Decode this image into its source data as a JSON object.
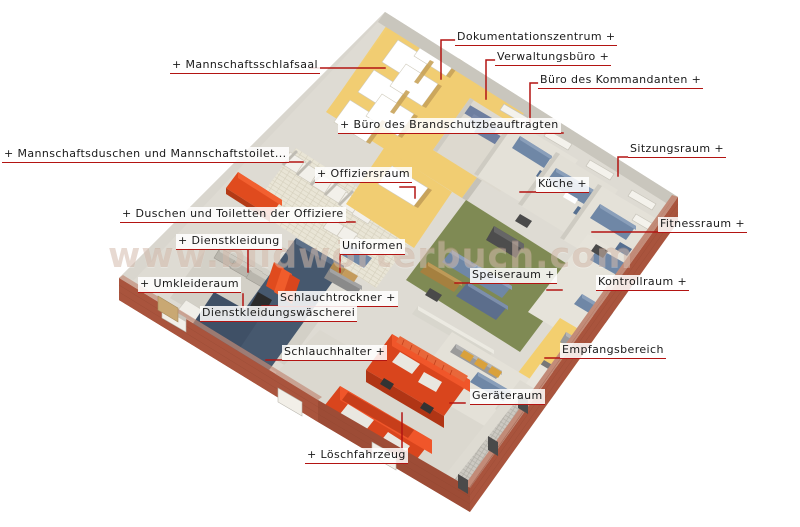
{
  "illustration": {
    "subject": "Feuerwache",
    "view": "isometrischer Schnitt",
    "watermark": "www.bildwörterbuch.com",
    "colors": {
      "label_underline": "#b31412",
      "leader_line": "#b31412",
      "label_text": "#1a1a1a",
      "brick_wall": "#a9543d",
      "brick_wall_dark": "#8e4530",
      "floor_neutral": "#e5e2da",
      "floor_grey": "#cfcdc6",
      "wall_top": "#d8d5ce",
      "dormitory_floor": "#f2cf74",
      "kitchen_floor": "#7f8a54",
      "fitness_floor": "#f3cf6f",
      "fire_truck": "#d9451d",
      "fire_truck_dark": "#b03515",
      "furniture_blue": "#6f87a6",
      "furniture_wood": "#b08a50",
      "tile_floor": "#e8e4d5"
    }
  },
  "labels": [
    {
      "id": "mannschaftsschlafsaal",
      "text": "+ Mannschaftsschlafsaal",
      "plus": "leading"
    },
    {
      "id": "dokumentationszentrum",
      "text": "Dokumentationszentrum +",
      "plus": "trailing"
    },
    {
      "id": "verwaltungsbuero",
      "text": "Verwaltungsbüro +",
      "plus": "trailing"
    },
    {
      "id": "buero-des-kommandanten",
      "text": "Büro des Kommandanten +",
      "plus": "trailing"
    },
    {
      "id": "buero-des-brandschutzbeauftragten",
      "text": "+ Büro des Brandschutzbeauftragten",
      "plus": "leading"
    },
    {
      "id": "mannschaftsduschen",
      "text": "+ Mannschaftsduschen und Mannschaftstoilet...",
      "plus": "leading"
    },
    {
      "id": "offiziersraum",
      "text": "+ Offiziersraum",
      "plus": "leading"
    },
    {
      "id": "sitzungsraum",
      "text": "Sitzungsraum +",
      "plus": "trailing"
    },
    {
      "id": "kueche",
      "text": "Küche +",
      "plus": "trailing"
    },
    {
      "id": "duschen-toiletten-offiziere",
      "text": "+ Duschen und Toiletten der Offiziere",
      "plus": "leading"
    },
    {
      "id": "fitnessraum",
      "text": "Fitnessraum +",
      "plus": "trailing"
    },
    {
      "id": "dienstkleidung",
      "text": "+ Dienstkleidung",
      "plus": "leading"
    },
    {
      "id": "uniformen",
      "text": "Uniformen",
      "plus": "none"
    },
    {
      "id": "umkleideraum",
      "text": "+ Umkleideraum",
      "plus": "leading"
    },
    {
      "id": "speiseraum",
      "text": "Speiseraum +",
      "plus": "trailing"
    },
    {
      "id": "kontrollraum",
      "text": "Kontrollraum +",
      "plus": "trailing"
    },
    {
      "id": "schlauchtrockner",
      "text": "Schlauchtrockner +",
      "plus": "trailing"
    },
    {
      "id": "dienstkleidungswaescherei",
      "text": "Dienstkleidungswäscherei",
      "plus": "none"
    },
    {
      "id": "schlauchhalter",
      "text": "Schlauchhalter +",
      "plus": "trailing"
    },
    {
      "id": "empfangsbereich",
      "text": "Empfangsbereich",
      "plus": "none"
    },
    {
      "id": "geraeteraum",
      "text": "Geräteraum",
      "plus": "none"
    },
    {
      "id": "loeschfahrzeug",
      "text": "+ Löschfahrzeug",
      "plus": "leading"
    }
  ]
}
